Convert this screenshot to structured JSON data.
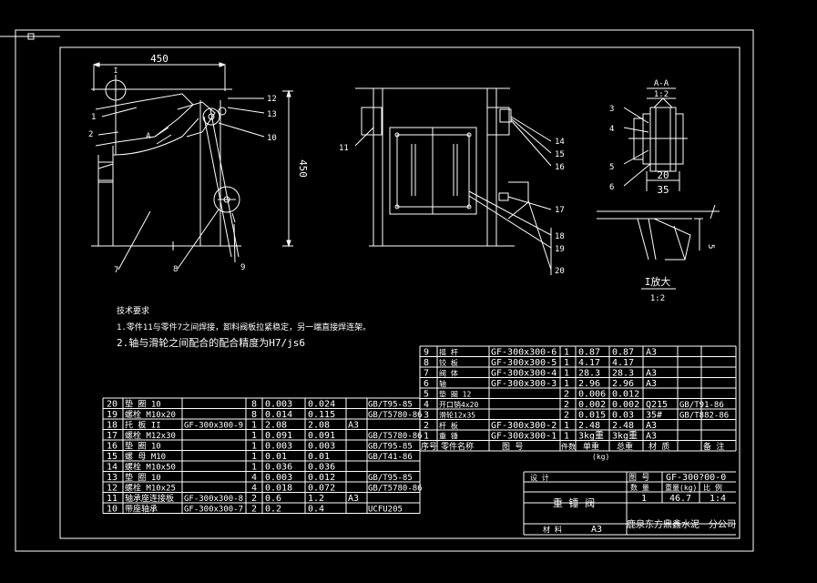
{
  "colors": {
    "background": "#000000",
    "line": "#ffffff",
    "text": "#ffffff"
  },
  "front_view": {
    "dim_width": "450",
    "dim_height": "450",
    "detail_mark": "I",
    "section_mark": "A",
    "callouts": [
      "1",
      "2",
      "12",
      "13",
      "10",
      "7",
      "8",
      "9"
    ]
  },
  "side_view": {
    "callouts": [
      "11",
      "14",
      "15",
      "16",
      "17",
      "18",
      "19",
      "20"
    ]
  },
  "section_view": {
    "title": "A-A",
    "scale": "1:2",
    "callouts": [
      "3",
      "4",
      "5",
      "6"
    ],
    "dim_20": "20",
    "dim_35": "35"
  },
  "detail_view": {
    "dim_5": "5",
    "title": "I放大",
    "scale": "1:2"
  },
  "notes": {
    "title": "技术要求",
    "line1": "1.零件11与零件7之间焊接，卸料阀板拉紧稳定，另一端直接焊连架。",
    "line2": "2.轴与滑轮之间配合的配合精度为H7/js6"
  },
  "bom_right": [
    {
      "no": "9",
      "name": "摇  杆",
      "code": "GF-300x300-6",
      "qty": "1",
      "unit": "0.87",
      "total": "0.87",
      "mat": "A3",
      "note": ""
    },
    {
      "no": "8",
      "name": "铰  板",
      "code": "GF-300x300-5",
      "qty": "1",
      "unit": "4.17",
      "total": "4.17",
      "mat": "",
      "note": ""
    },
    {
      "no": "7",
      "name": "阀  体",
      "code": "GF-300x300-4",
      "qty": "1",
      "unit": "28.3",
      "total": "28.3",
      "mat": "A3",
      "note": ""
    },
    {
      "no": "6",
      "name": "轴",
      "code": "GF-300x300-3",
      "qty": "1",
      "unit": "2.96",
      "total": "2.96",
      "mat": "A3",
      "note": ""
    },
    {
      "no": "5",
      "name": "垫  圈 12",
      "code": "",
      "qty": "2",
      "unit": "0.006",
      "total": "0.012",
      "mat": "",
      "note": ""
    },
    {
      "no": "4",
      "name": "开口销4x20",
      "code": "",
      "qty": "2",
      "unit": "0.002",
      "total": "0.002",
      "mat": "Q215",
      "note": "GB/T91-86"
    },
    {
      "no": "3",
      "name": "滑轮12x35",
      "code": "",
      "qty": "2",
      "unit": "0.015",
      "total": "0.03",
      "mat": "35#",
      "note": "GB/T882-86"
    },
    {
      "no": "2",
      "name": "杆  板",
      "code": "GF-300x300-2",
      "qty": "1",
      "unit": "2.48",
      "total": "2.48",
      "mat": "A3",
      "note": ""
    },
    {
      "no": "1",
      "name": "重  锤",
      "code": "GF-300x300-1",
      "qty": "1",
      "unit": "3kg重",
      "total": "3kg重",
      "mat": "A3",
      "note": ""
    }
  ],
  "bom_header": {
    "no": "序号",
    "name": "零件名称",
    "code": "图  号",
    "qty": "件数",
    "unit": "单重",
    "total": "总重",
    "unit_kg": "(kg)",
    "mat": "材  质",
    "note": "备  注"
  },
  "bom_left": [
    {
      "no": "20",
      "name": "垫  圈 10",
      "code": "",
      "qty": "8",
      "unit": "0.003",
      "total": "0.024",
      "std": "GB/T95-85",
      "mat": ""
    },
    {
      "no": "19",
      "name": "螺栓 M10x20",
      "code": "",
      "qty": "8",
      "unit": "0.014",
      "total": "0.115",
      "std": "GB/T5780-86",
      "mat": ""
    },
    {
      "no": "18",
      "name": "托  板  II",
      "code": "GF-300x300-9",
      "qty": "1",
      "unit": "2.08",
      "total": "2.08",
      "std": "",
      "mat": "A3"
    },
    {
      "no": "17",
      "name": "螺栓 M12x30",
      "code": "",
      "qty": "1",
      "unit": "0.091",
      "total": "0.091",
      "std": "GB/T5780-86",
      "mat": ""
    },
    {
      "no": "16",
      "name": "垫  圈 10",
      "code": "",
      "qty": "1",
      "unit": "0.003",
      "total": "0.003",
      "std": "GB/T95-85",
      "mat": ""
    },
    {
      "no": "15",
      "name": "螺  母 M10",
      "code": "",
      "qty": "1",
      "unit": "0.01",
      "total": "0.01",
      "std": "GB/T41-86",
      "mat": ""
    },
    {
      "no": "14",
      "name": "螺栓 M10x50",
      "code": "",
      "qty": "1",
      "unit": "0.036",
      "total": "0.036",
      "std": "",
      "mat": ""
    },
    {
      "no": "13",
      "name": "垫  圈 10",
      "code": "",
      "qty": "4",
      "unit": "0.003",
      "total": "0.012",
      "std": "GB/T95-85",
      "mat": ""
    },
    {
      "no": "12",
      "name": "螺栓 M10x25",
      "code": "",
      "qty": "4",
      "unit": "0.018",
      "total": "0.072",
      "std": "GB/T5780-86",
      "mat": ""
    },
    {
      "no": "11",
      "name": "轴承座连接板",
      "code": "GF-300x300-8",
      "qty": "2",
      "unit": "0.6",
      "total": "1.2",
      "std": "",
      "mat": "A3"
    },
    {
      "no": "10",
      "name": "带座轴承",
      "code": "GF-300x300-7",
      "qty": "2",
      "unit": "0.2",
      "total": "0.4",
      "std": "UCFU205",
      "mat": ""
    }
  ],
  "title_block": {
    "drawing_no_label": "图  号",
    "drawing_no": "GF-300?00-0",
    "qty_label": "数  量",
    "weight_label": "重量(kg)",
    "scale_label": "比  例",
    "qty": "1",
    "weight": "46.7",
    "scale": "1:4",
    "product": "重   锤   阀",
    "material_label": "材  料",
    "material": "A3",
    "company": "鹿泉东方鼎鑫水泥一分公司",
    "design_label": "设  计"
  }
}
